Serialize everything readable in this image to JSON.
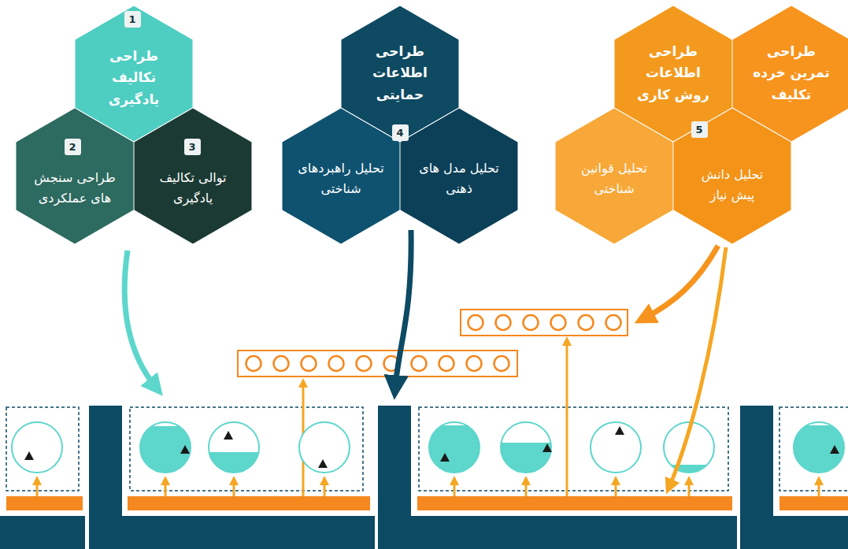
{
  "diagram": {
    "nodes": [
      {
        "text": [
          "طراحی تکالیف یادگیری"
        ]
      },
      {
        "text": [
          "طراحی سنجش های عملکردی"
        ]
      },
      {
        "text": [
          "توالی تکالیف یادگیری"
        ]
      },
      {
        "text": [
          "طراحی اطلاعات حمایتی"
        ]
      },
      {
        "text": [
          "تحلیل راهبردهای شناختی"
        ]
      },
      {
        "text": [
          "تحلیل مدل های ذهنی"
        ]
      },
      {
        "text": [
          "طراحی اطلاعات روش کاری"
        ]
      },
      {
        "text": [
          "طراحی تمرین خرده تکلیف"
        ]
      },
      {
        "text": [
          "تحلیل قوانین شناختی"
        ]
      },
      {
        "text": [
          "تحلیل دانش پیش نیاز"
        ]
      }
    ],
    "labels": [
      "1",
      "2",
      "3",
      "4",
      "5"
    ]
  }
}
